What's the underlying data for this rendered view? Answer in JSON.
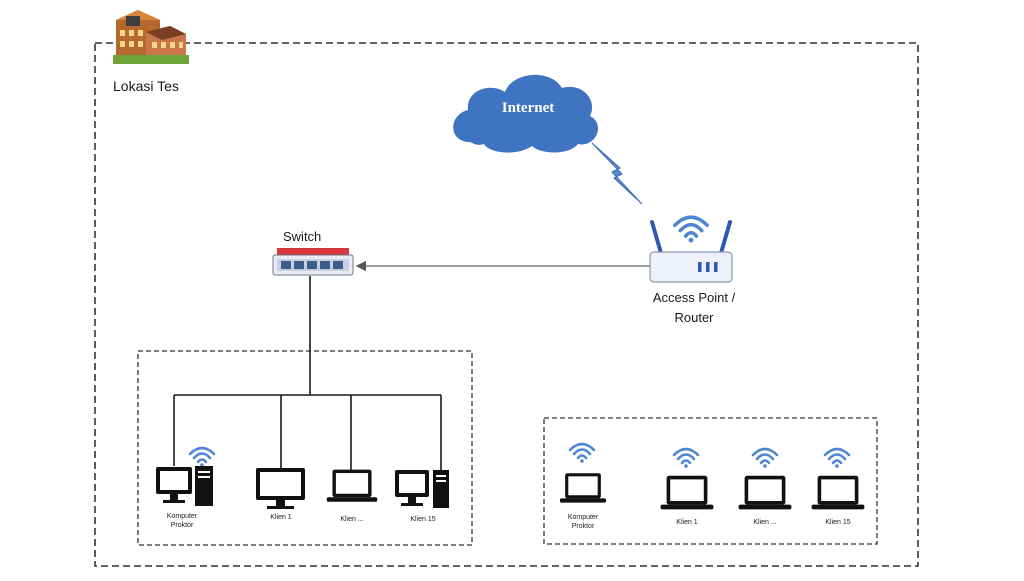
{
  "location": {
    "label": "Lokasi Tes"
  },
  "internet": {
    "label": "Internet"
  },
  "switch": {
    "label": "Switch"
  },
  "router": {
    "label_line1": "Access Point /",
    "label_line2": "Router"
  },
  "wired_group": {
    "devices": [
      {
        "label_line1": "Komputer",
        "label_line2": "Proktor"
      },
      {
        "label_line1": "Klien 1"
      },
      {
        "label_line1": "Klien ..."
      },
      {
        "label_line1": "Klien 15"
      }
    ]
  },
  "wireless_group": {
    "devices": [
      {
        "label_line1": "Komputer",
        "label_line2": "Proktor"
      },
      {
        "label_line1": "Klien 1"
      },
      {
        "label_line1": "Klien ..."
      },
      {
        "label_line1": "Klien 15"
      }
    ]
  },
  "colors": {
    "cloud": "#3f74c3",
    "wifi": "#4f86d3",
    "lightning": "#5a8ad4",
    "switch_red": "#d9363e",
    "router_blue": "#2f57b4",
    "line": "#1a1a1a",
    "arrow": "#555555"
  }
}
